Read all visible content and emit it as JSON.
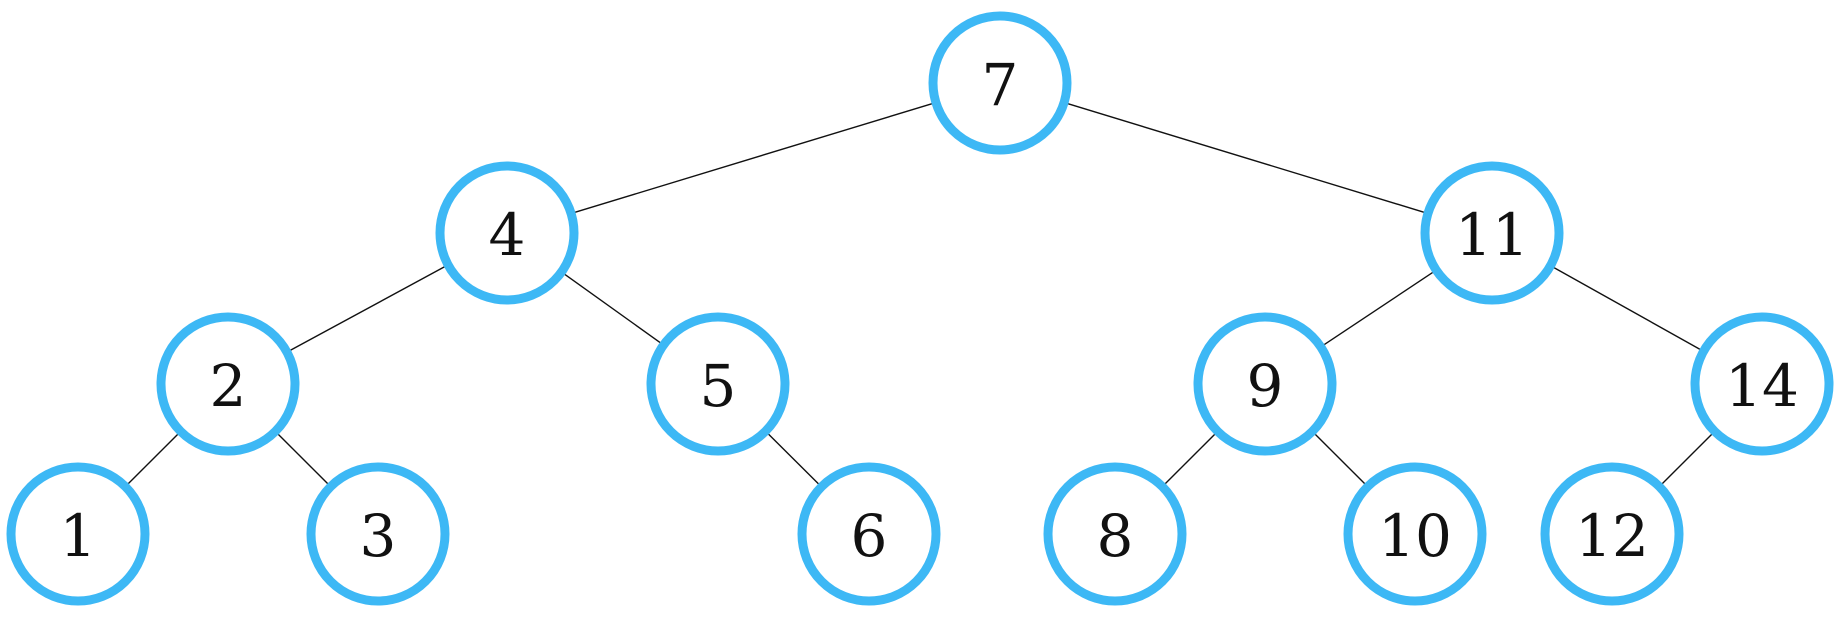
{
  "colors": {
    "node_stroke": "#3db8f5",
    "edge": "#111111",
    "label": "#111111",
    "background": "#ffffff"
  },
  "tree": {
    "nodes": [
      {
        "id": "n7",
        "label": "7"
      },
      {
        "id": "n4",
        "label": "4"
      },
      {
        "id": "n11",
        "label": "11"
      },
      {
        "id": "n2",
        "label": "2"
      },
      {
        "id": "n5",
        "label": "5"
      },
      {
        "id": "n9",
        "label": "9"
      },
      {
        "id": "n14",
        "label": "14"
      },
      {
        "id": "n1",
        "label": "1"
      },
      {
        "id": "n3",
        "label": "3"
      },
      {
        "id": "n6",
        "label": "6"
      },
      {
        "id": "n8",
        "label": "8"
      },
      {
        "id": "n10",
        "label": "10"
      },
      {
        "id": "n12",
        "label": "12"
      }
    ],
    "edges": [
      {
        "from": "n7",
        "to": "n4"
      },
      {
        "from": "n7",
        "to": "n11"
      },
      {
        "from": "n4",
        "to": "n2"
      },
      {
        "from": "n4",
        "to": "n5"
      },
      {
        "from": "n11",
        "to": "n9"
      },
      {
        "from": "n11",
        "to": "n14"
      },
      {
        "from": "n2",
        "to": "n1"
      },
      {
        "from": "n2",
        "to": "n3"
      },
      {
        "from": "n5",
        "to": "n6"
      },
      {
        "from": "n9",
        "to": "n8"
      },
      {
        "from": "n9",
        "to": "n10"
      },
      {
        "from": "n14",
        "to": "n12"
      }
    ]
  }
}
